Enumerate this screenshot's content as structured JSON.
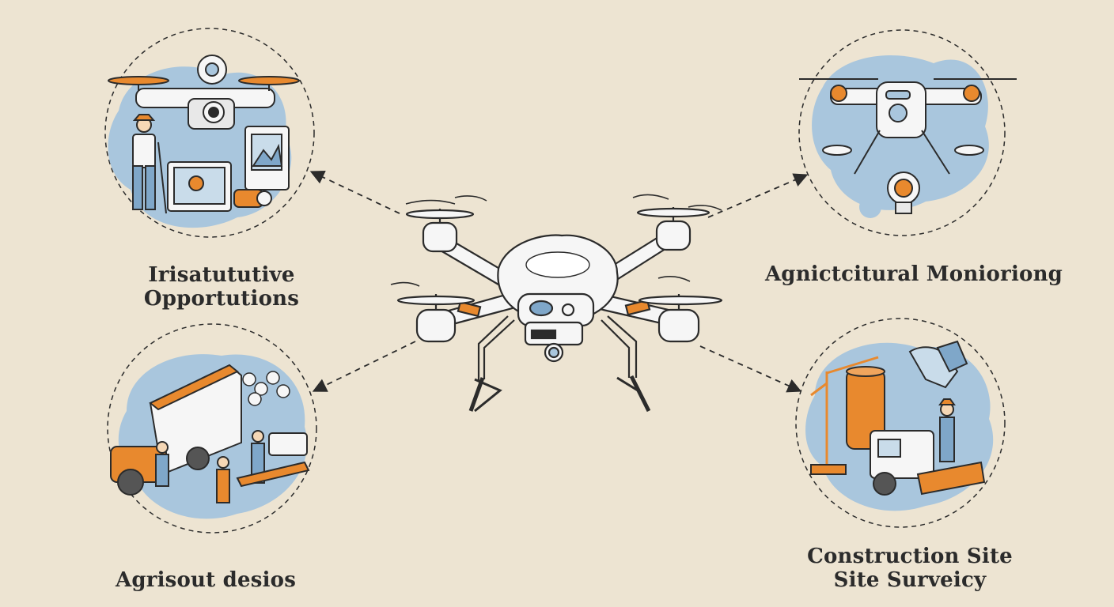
{
  "labels": {
    "top_left": {
      "line1": "Irisatututive",
      "line2": "Opportutions"
    },
    "top_right": {
      "line1": "Agnictcitural Monioriong"
    },
    "bottom_left": {
      "line1": "Agrisout  desios"
    },
    "bottom_right": {
      "line1": "Construction Site",
      "line2": "Site Surveicy"
    }
  },
  "colors": {
    "background": "#ede4d2",
    "accent_orange": "#e8892e",
    "blob_blue": "#a9c6dd",
    "ink": "#2b2b2b",
    "drone_white": "#f6f6f6"
  }
}
